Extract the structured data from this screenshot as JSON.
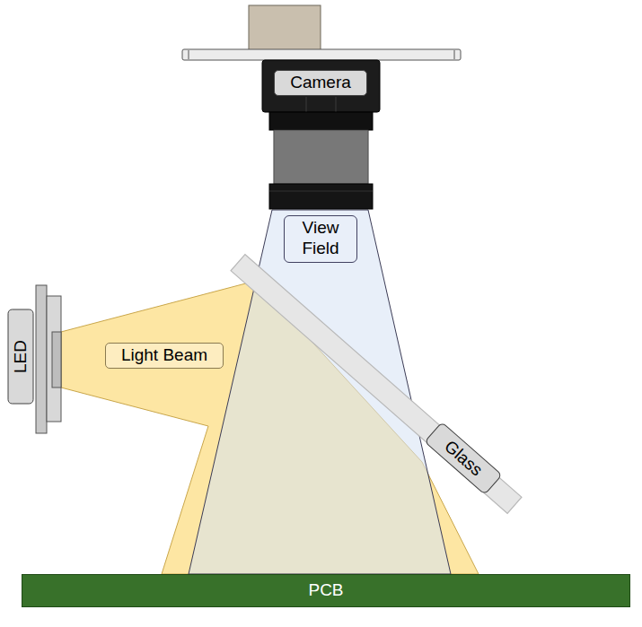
{
  "diagram": {
    "nodes": [
      {
        "text": [
          "Camera"
        ]
      },
      {
        "text": [
          "View Field"
        ]
      },
      {
        "text": [
          "LED"
        ]
      },
      {
        "text": [
          "Light Beam"
        ]
      },
      {
        "text": [
          "Glass"
        ]
      },
      {
        "text": [
          "PCB"
        ]
      }
    ]
  }
}
